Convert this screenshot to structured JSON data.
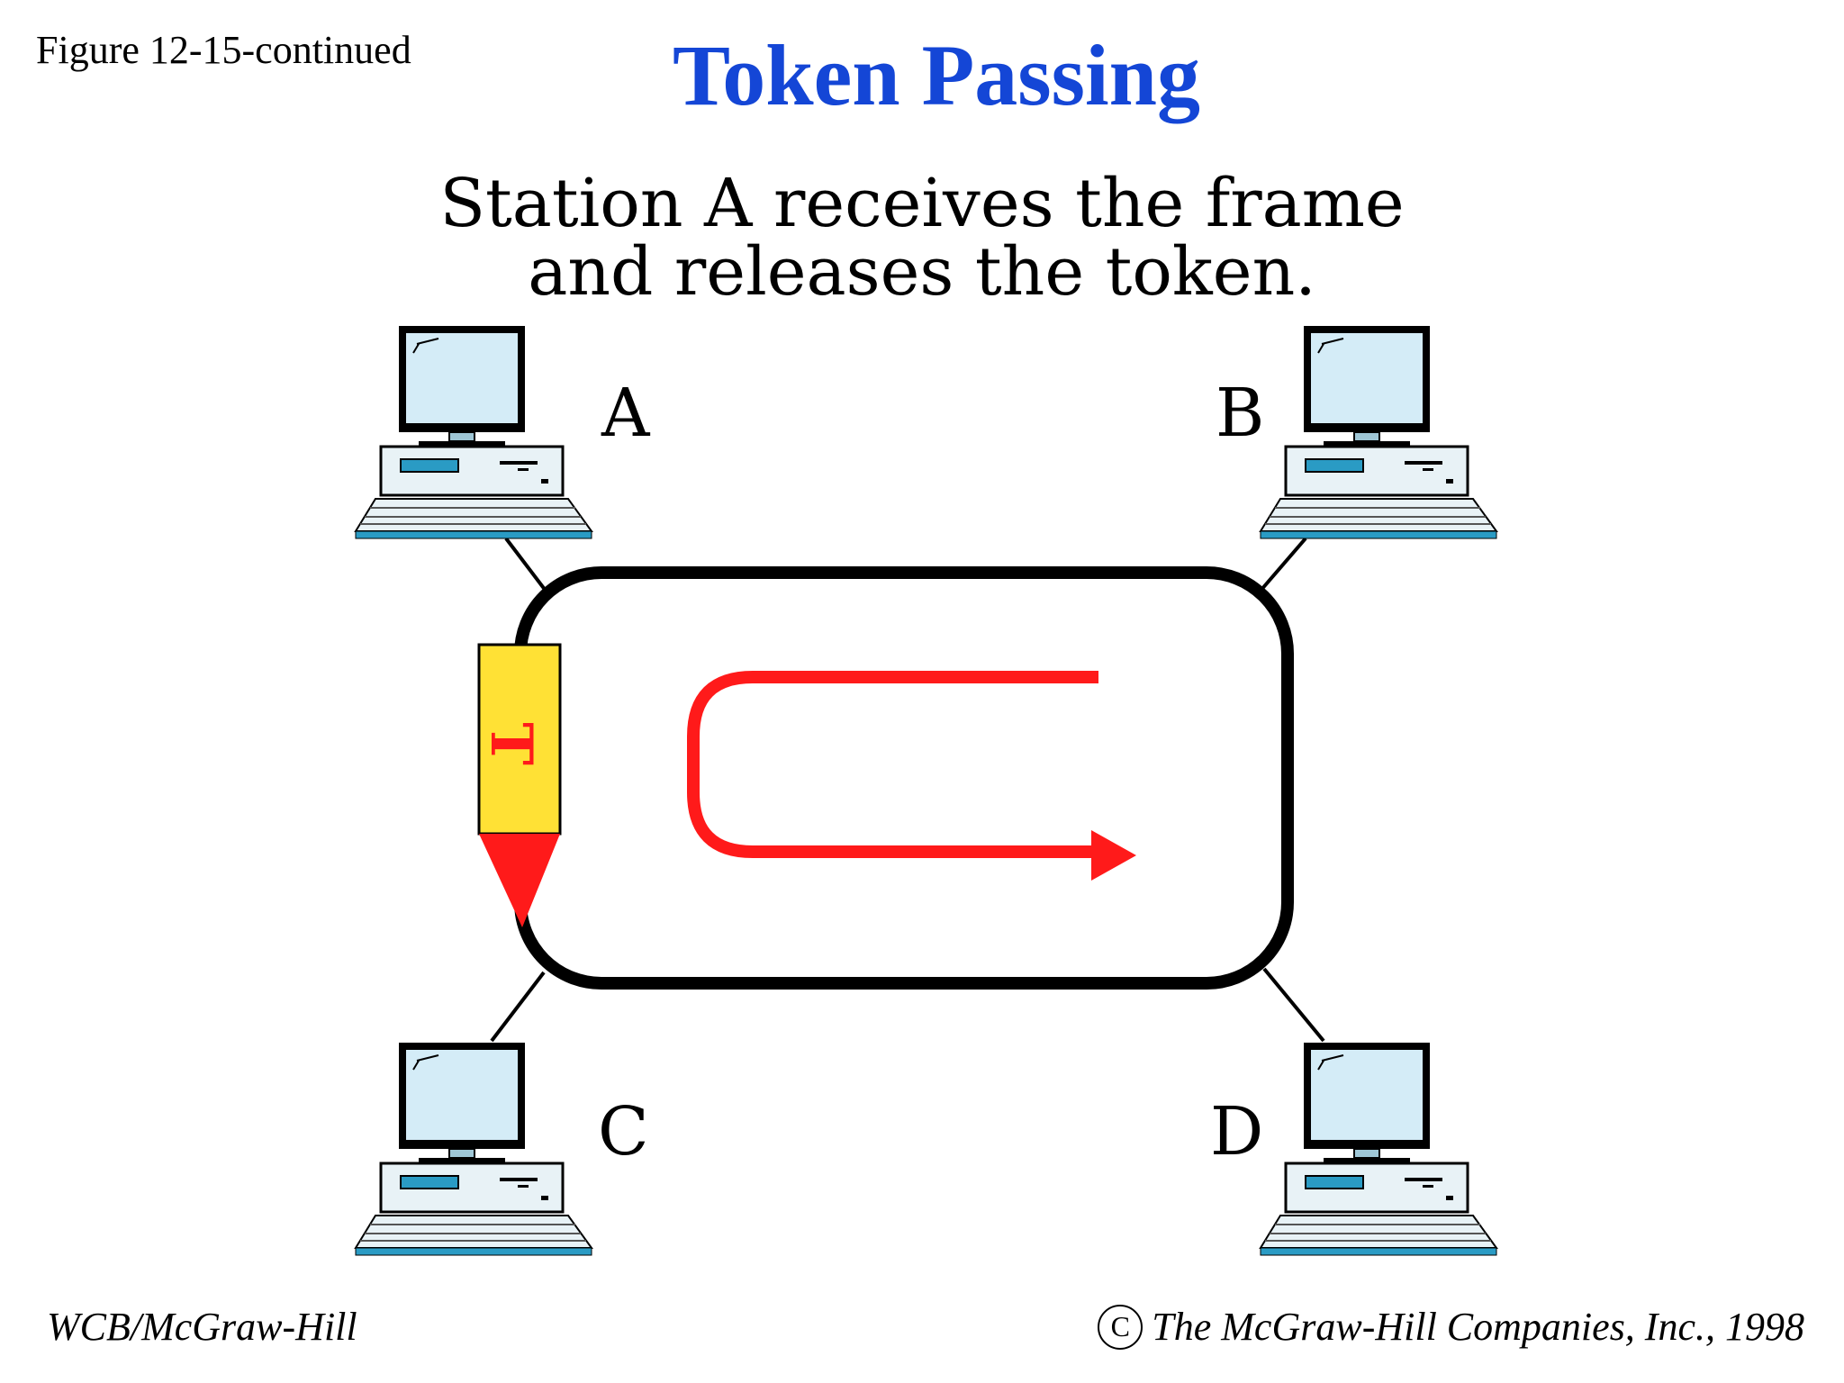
{
  "figure_label": "Figure 12-15-continued",
  "title": "Token Passing",
  "caption": {
    "line1": "Station A receives the frame",
    "line2": "and releases the token."
  },
  "stations": [
    {
      "id": "a",
      "label": "A"
    },
    {
      "id": "b",
      "label": "B"
    },
    {
      "id": "c",
      "label": "C"
    },
    {
      "id": "d",
      "label": "D"
    }
  ],
  "token": {
    "label": "T"
  },
  "footer": {
    "left": "WCB/McGraw-Hill",
    "copyright_symbol": "C",
    "right": "The McGraw-Hill Companies, Inc., 1998"
  },
  "colors": {
    "title": "#1446d6",
    "arrow": "#ff1a1a",
    "token_fill": "#ffe135",
    "screen": "#d4ecf7",
    "ring": "#000000"
  }
}
